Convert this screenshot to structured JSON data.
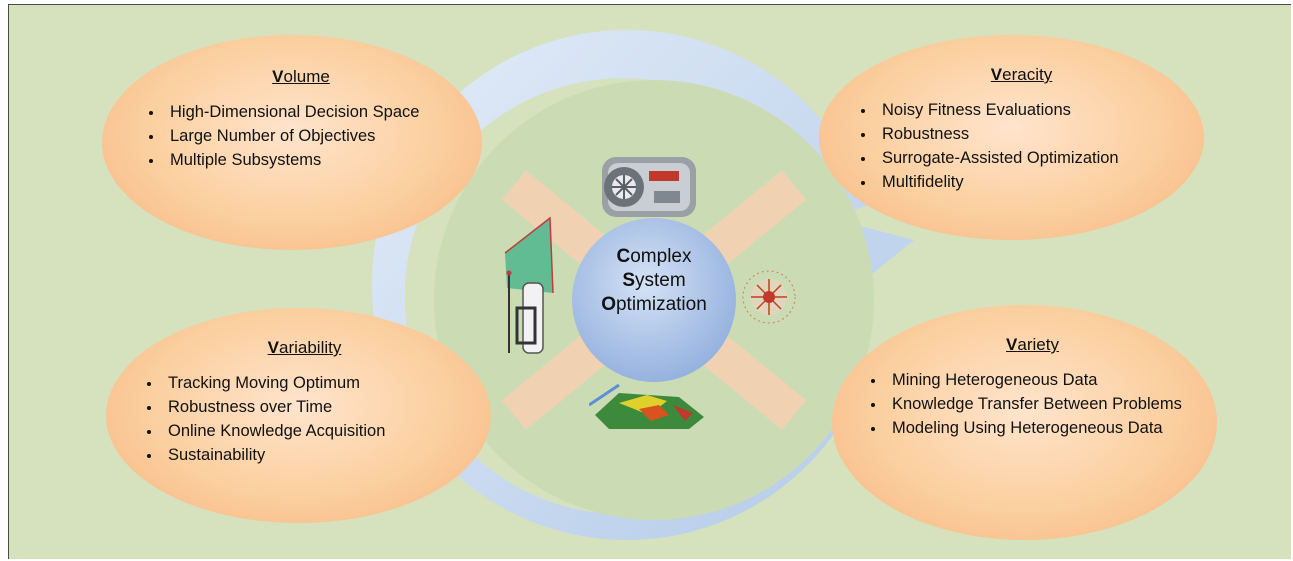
{
  "center": {
    "lines": [
      {
        "initial": "C",
        "rest": "omplex"
      },
      {
        "initial": "S",
        "rest": "ystem"
      },
      {
        "initial": "O",
        "rest": "ptimization"
      }
    ]
  },
  "volume": {
    "initial": "V",
    "rest": "olume",
    "items": [
      "High-Dimensional Decision Space",
      "Large Number of Objectives",
      "Multiple Subsystems"
    ]
  },
  "veracity": {
    "initial": "V",
    "rest": "eracity",
    "items": [
      "Noisy Fitness Evaluations",
      "Robustness",
      "Surrogate-Assisted Optimization",
      "Multifidelity"
    ]
  },
  "variability": {
    "initial": "V",
    "rest": "ariability",
    "items": [
      "Tracking Moving Optimum",
      "Robustness over Time",
      "Online Knowledge Acquisition",
      "Sustainability"
    ]
  },
  "variety": {
    "initial": "V",
    "rest": "ariety",
    "items": [
      "Mining Heterogeneous Data",
      "Knowledge Transfer Between Problems",
      "Modeling Using Heterogeneous Data"
    ]
  },
  "colors": {
    "background": "#d6e1be",
    "ellipse": "#f8c08f",
    "arrow": "#bcd3ee",
    "center_disc": "#a9c1e6",
    "spokes": "#f6d3b3"
  },
  "icons": [
    "jet-engine-icon",
    "sail-mechanism-icon",
    "fluid-simulation-icon",
    "race-car-cfd-icon"
  ]
}
